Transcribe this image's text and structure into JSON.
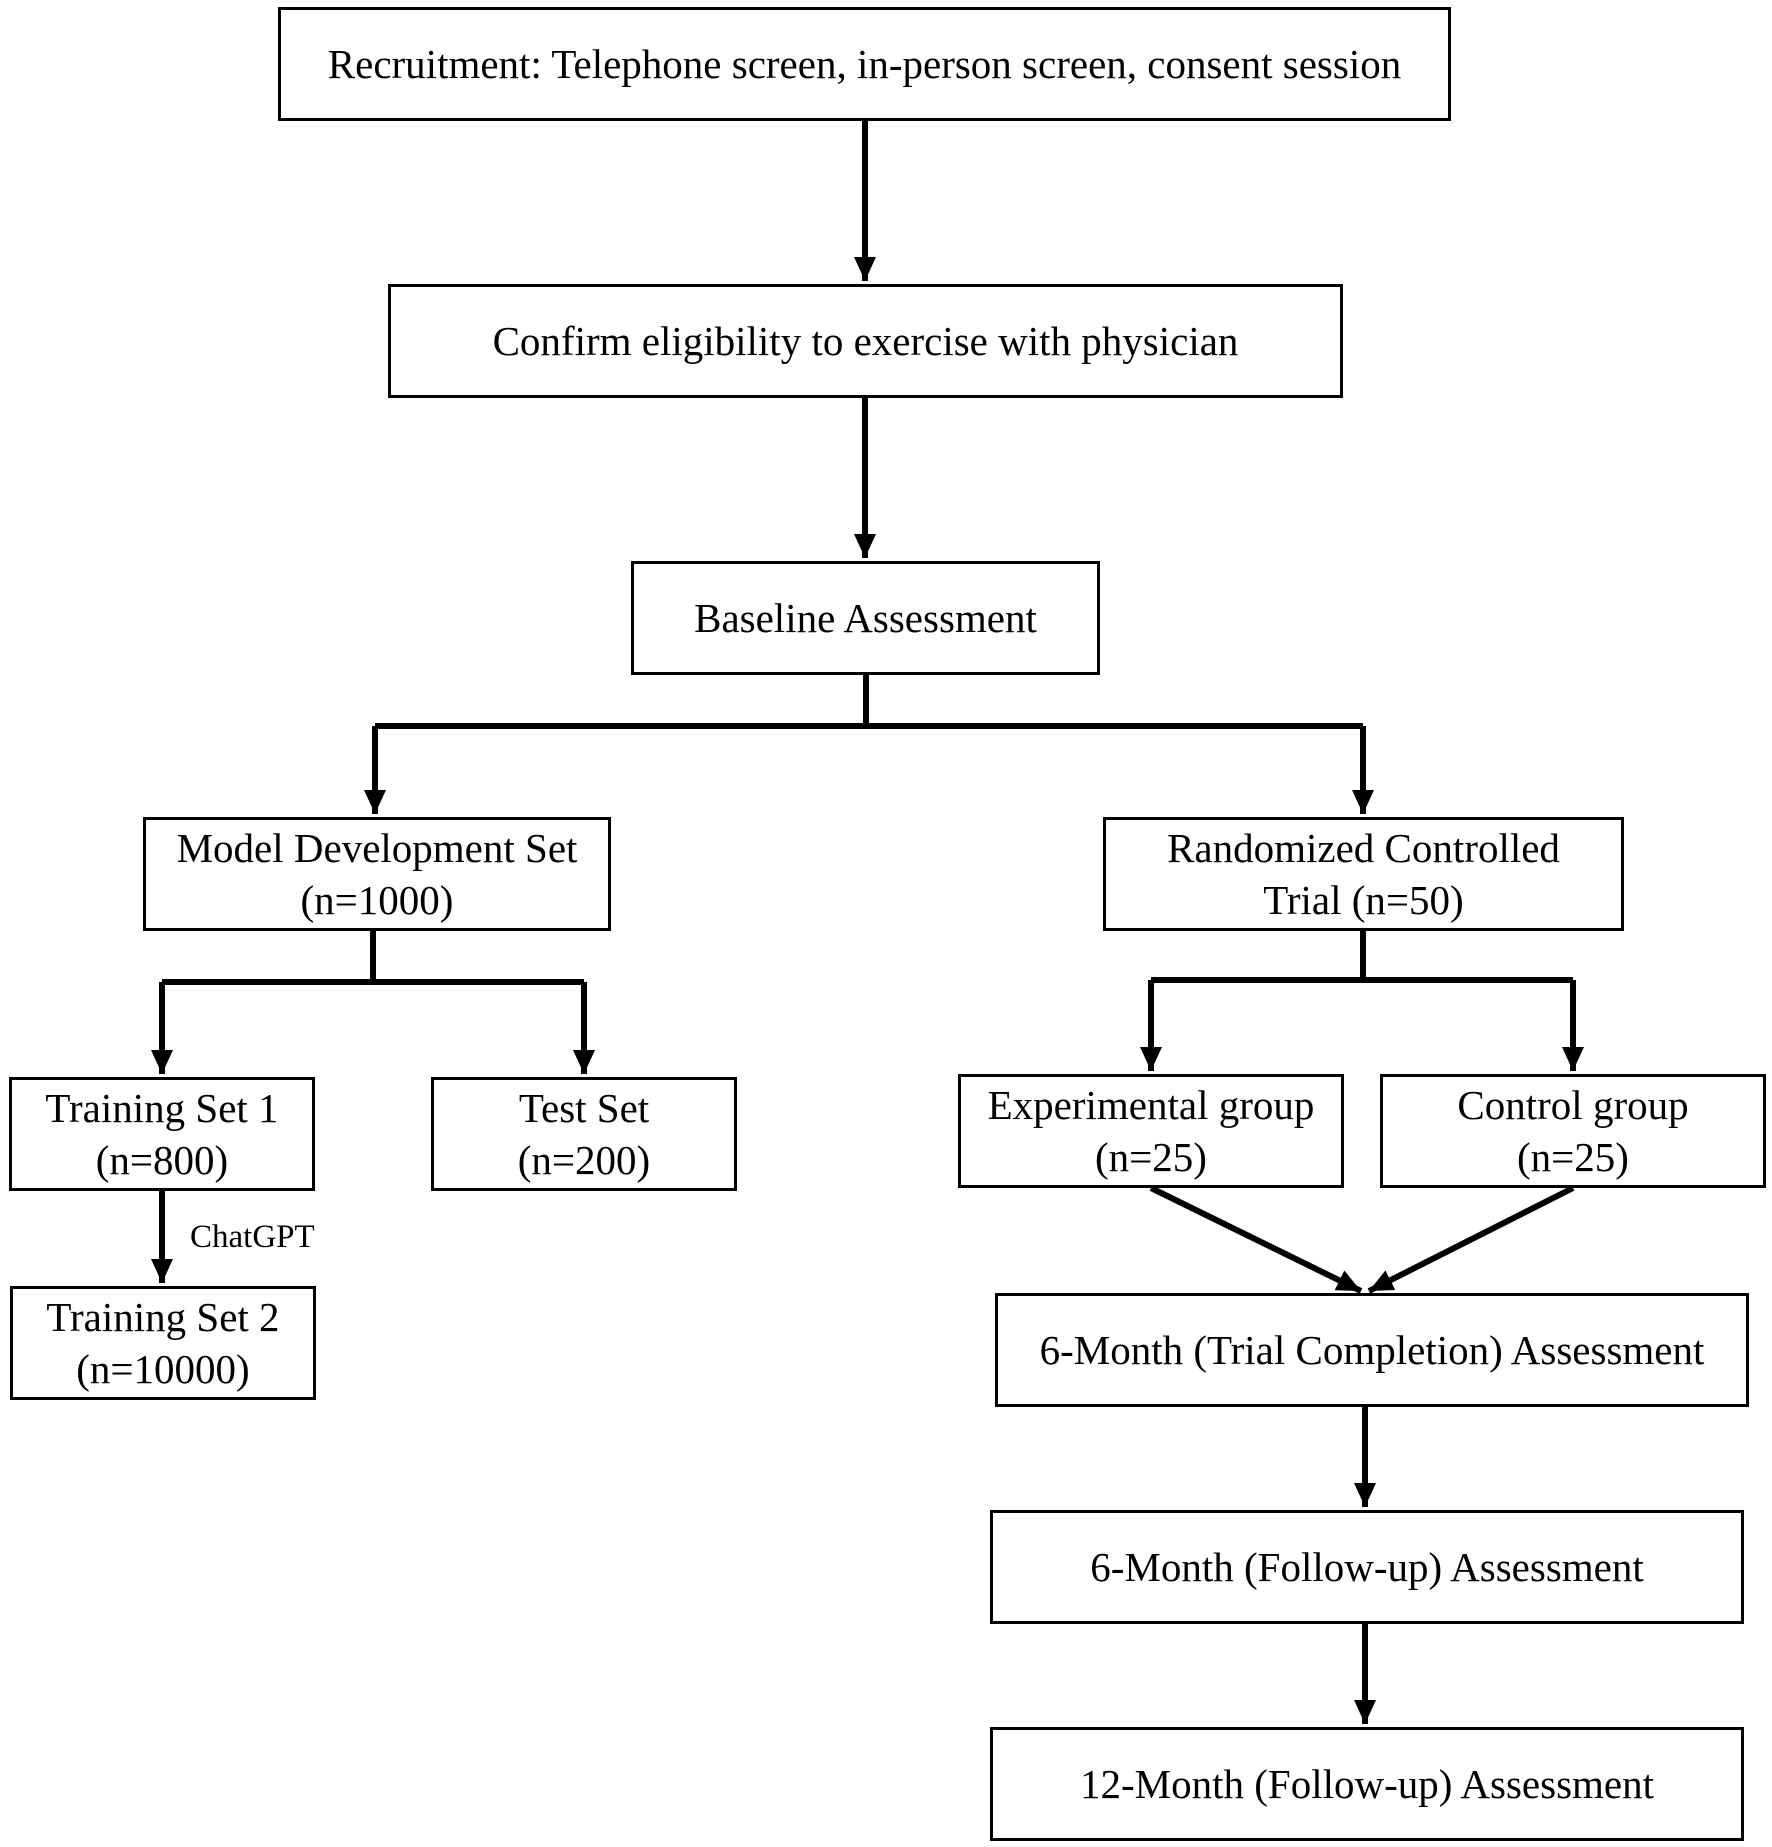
{
  "diagram": {
    "nodes": [
      {
        "id": "recruitment",
        "lines": [
          "Recruitment: Telephone screen, in-person screen, consent session"
        ]
      },
      {
        "id": "eligibility",
        "lines": [
          "Confirm eligibility to exercise with physician"
        ]
      },
      {
        "id": "baseline",
        "lines": [
          "Baseline Assessment"
        ]
      },
      {
        "id": "model_dev",
        "lines": [
          "Model Development Set",
          "(n=1000)"
        ]
      },
      {
        "id": "rct",
        "lines": [
          "Randomized Controlled",
          "Trial (n=50)"
        ]
      },
      {
        "id": "training1",
        "lines": [
          "Training Set 1",
          "(n=800)"
        ]
      },
      {
        "id": "test",
        "lines": [
          "Test Set",
          "(n=200)"
        ]
      },
      {
        "id": "experimental",
        "lines": [
          "Experimental group",
          "(n=25)"
        ]
      },
      {
        "id": "control",
        "lines": [
          "Control group",
          "(n=25)"
        ]
      },
      {
        "id": "training2",
        "lines": [
          "Training Set 2",
          "(n=10000)"
        ]
      },
      {
        "id": "six_month_trial",
        "lines": [
          "6-Month (Trial Completion) Assessment"
        ]
      },
      {
        "id": "six_month_followup",
        "lines": [
          "6-Month (Follow-up) Assessment"
        ]
      },
      {
        "id": "twelve_month_followup",
        "lines": [
          "12-Month (Follow-up) Assessment"
        ]
      }
    ],
    "edges": [
      {
        "from": "recruitment",
        "to": "eligibility",
        "label": ""
      },
      {
        "from": "eligibility",
        "to": "baseline",
        "label": ""
      },
      {
        "from": "baseline",
        "to": "model_dev",
        "label": ""
      },
      {
        "from": "baseline",
        "to": "rct",
        "label": ""
      },
      {
        "from": "model_dev",
        "to": "training1",
        "label": ""
      },
      {
        "from": "model_dev",
        "to": "test",
        "label": ""
      },
      {
        "from": "training1",
        "to": "training2",
        "label": "ChatGPT"
      },
      {
        "from": "rct",
        "to": "experimental",
        "label": ""
      },
      {
        "from": "rct",
        "to": "control",
        "label": ""
      },
      {
        "from": "experimental",
        "to": "six_month_trial",
        "label": ""
      },
      {
        "from": "control",
        "to": "six_month_trial",
        "label": ""
      },
      {
        "from": "six_month_trial",
        "to": "six_month_followup",
        "label": ""
      },
      {
        "from": "six_month_followup",
        "to": "twelve_month_followup",
        "label": ""
      }
    ],
    "colors": {
      "line": "#000000",
      "box_fill": "#ffffff",
      "text": "#000000"
    }
  }
}
